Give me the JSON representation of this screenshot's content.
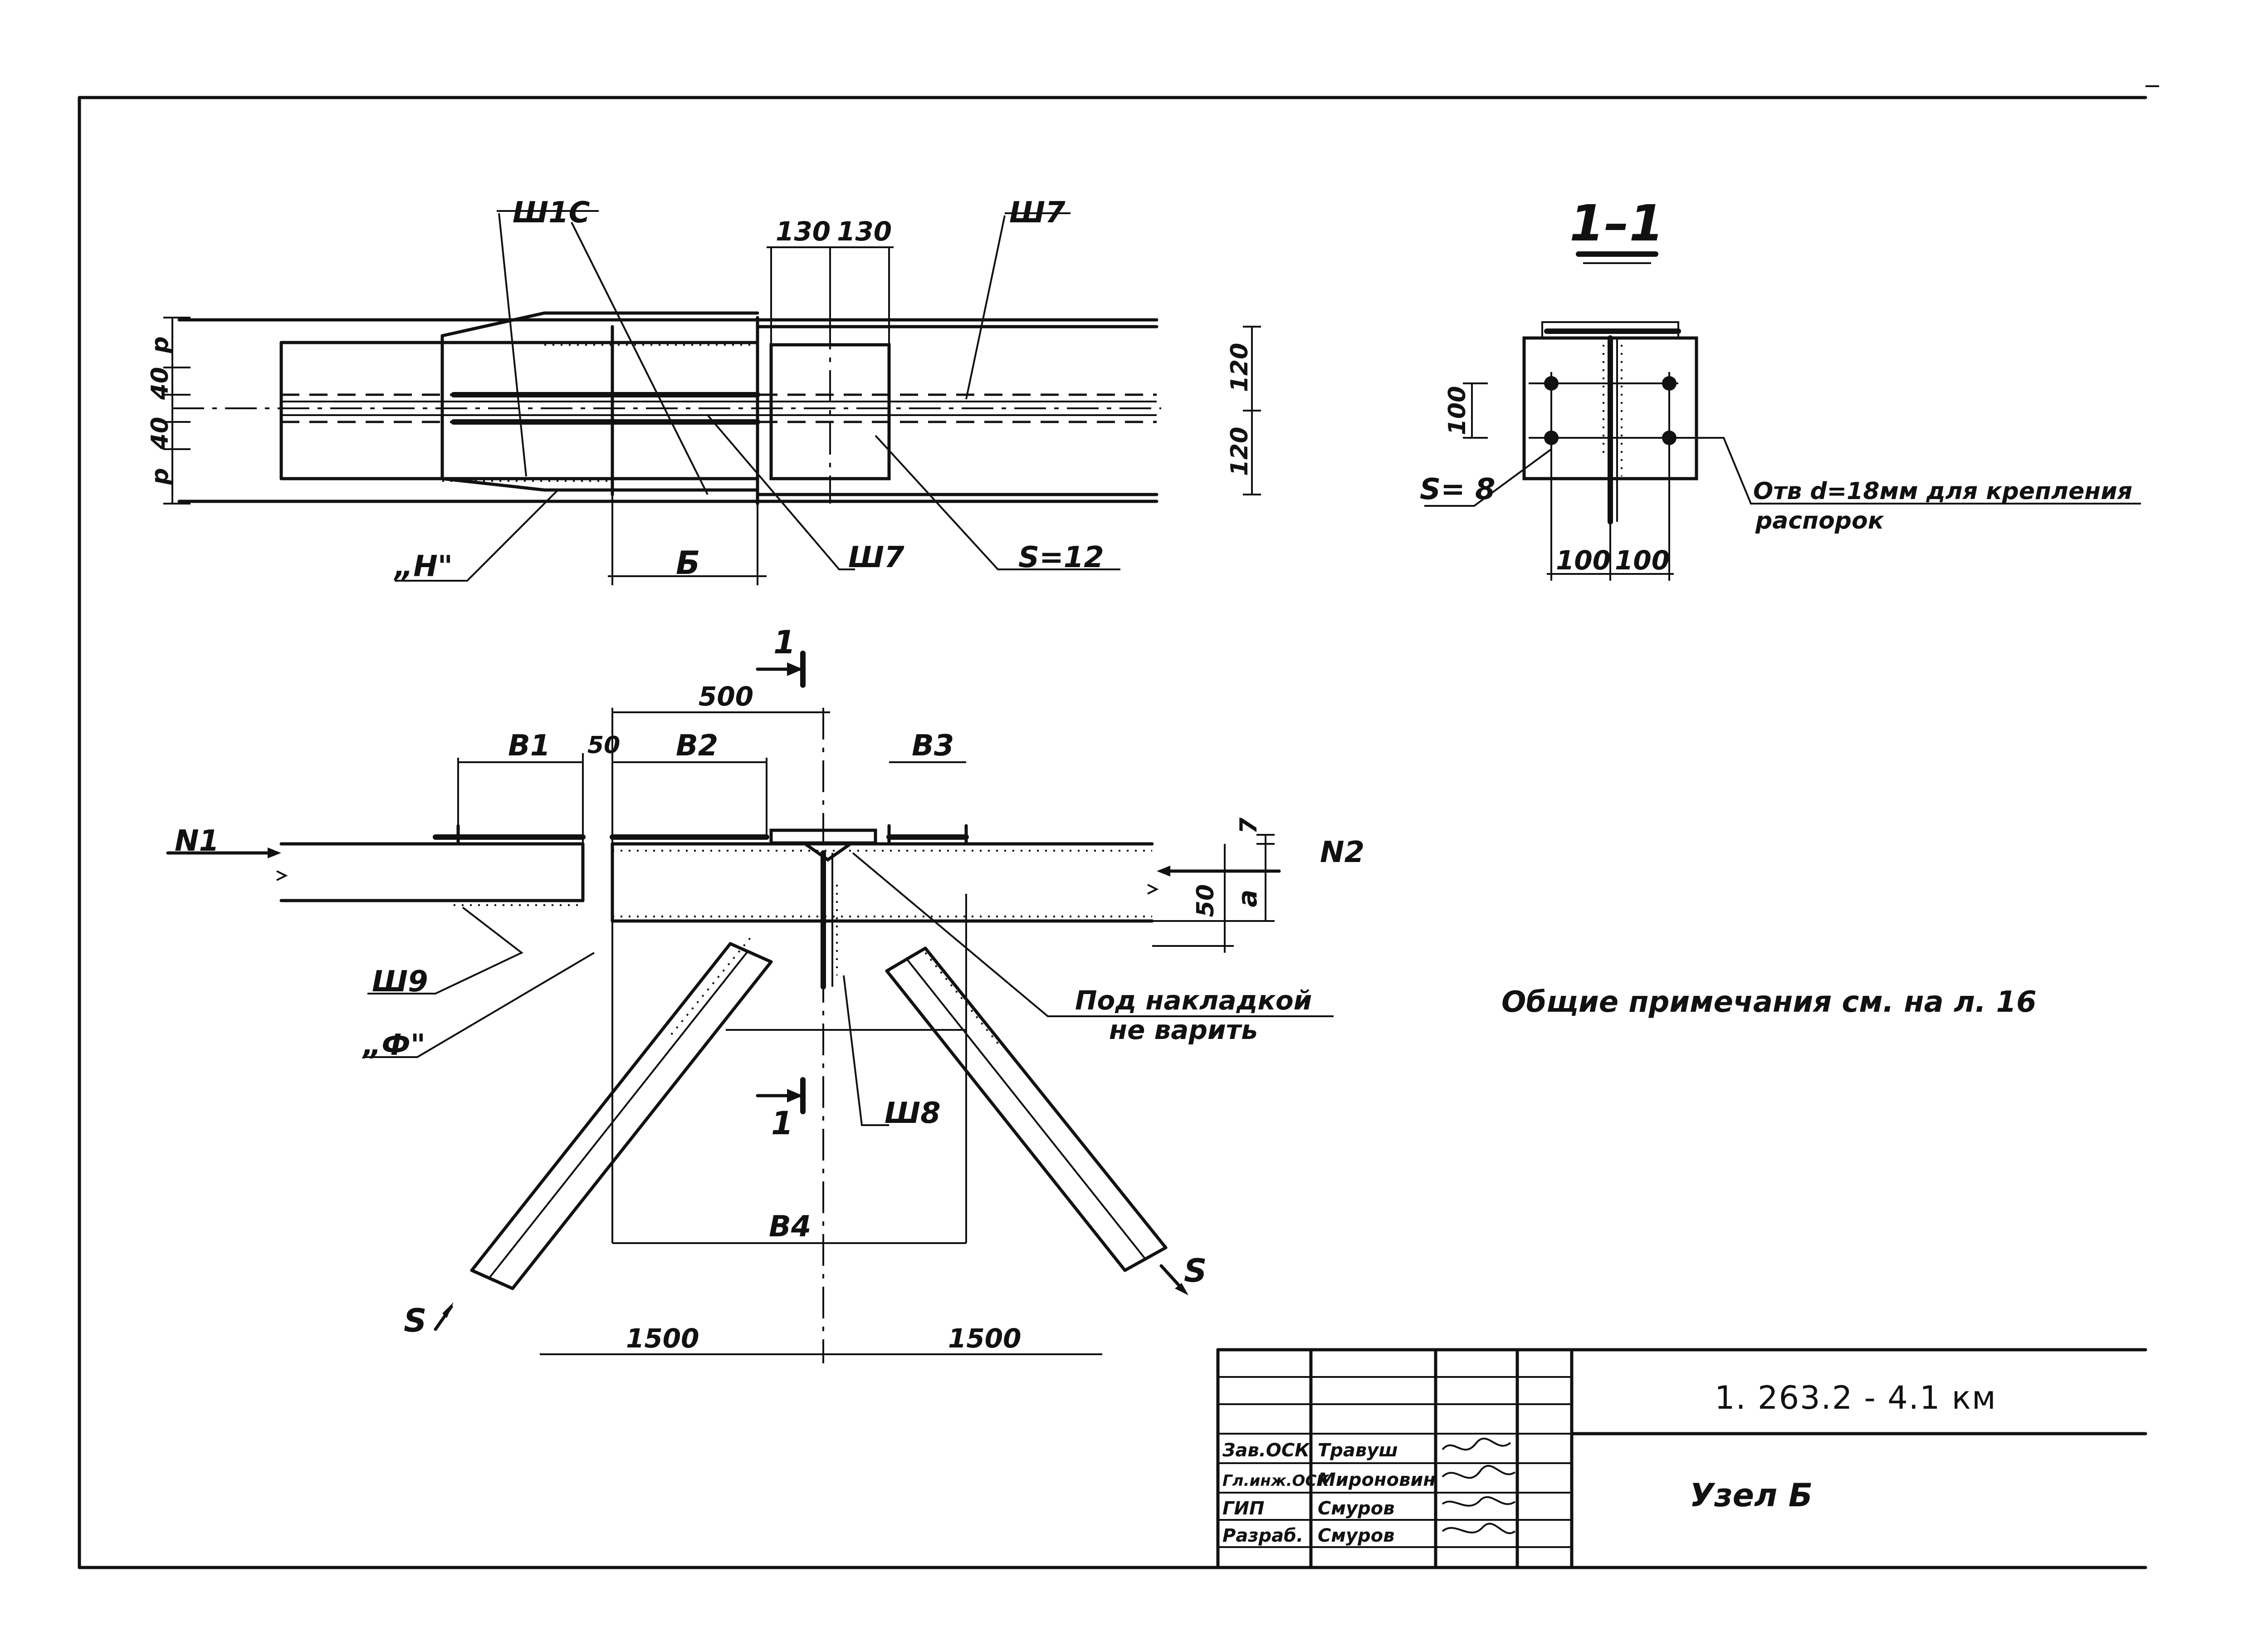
{
  "plan_view": {
    "labels": {
      "weld_w10": "Ш1С",
      "weld_w7_top": "Ш7",
      "weld_w7_bottom": "Ш7",
      "mark_h": "„Н\"",
      "dim_b": "Б",
      "plate_s12": "S=12",
      "dim_130_left": "130",
      "dim_130_right": "130",
      "dim_p_top": "p",
      "dim_40_top": "40",
      "dim_40_bottom": "40",
      "dim_p_bottom": "p",
      "dim_120_top": "120",
      "dim_120_bottom": "120"
    }
  },
  "section_1_1": {
    "title": "1–1",
    "plate_s8": "S= 8",
    "dim_100_vertical": "100",
    "dim_100_left": "100",
    "dim_100_right": "100",
    "hole_note_line1": "Отв d=18мм для крепления",
    "hole_note_line2": "распорок"
  },
  "elevation": {
    "section_mark_top": "1",
    "section_mark_bottom": "1",
    "dim_500": "500",
    "dim_b1": "В1",
    "dim_50_top": "50",
    "dim_b2": "В2",
    "dim_b3": "В3",
    "dim_b4": "В4",
    "force_n1": "N1",
    "force_n2": "N2",
    "dim_50_side": "50",
    "dim_a": "a",
    "dim_7": "7",
    "weld_w9": "Ш9",
    "mark_f": "„Ф\"",
    "weld_w8": "Ш8",
    "note_line1": "Под накладкой",
    "note_line2": "не варить",
    "force_s_left": "S",
    "force_s_right": "S",
    "dim_1500_left": "1500",
    "dim_1500_right": "1500"
  },
  "general_note": "Общие примечания см. на л. 16",
  "title_block": {
    "doc_code": "1. 263.2 - 4.1 км",
    "drawing_title": "Узел Б",
    "rows": [
      {
        "role": "Зав.ОСК",
        "name": "Травуш"
      },
      {
        "role": "Гл.инж.ОСК",
        "name": "Мироновин"
      },
      {
        "role": "ГИП",
        "name": "Смуров"
      },
      {
        "role": "Разраб.",
        "name": "Смуров"
      }
    ]
  }
}
